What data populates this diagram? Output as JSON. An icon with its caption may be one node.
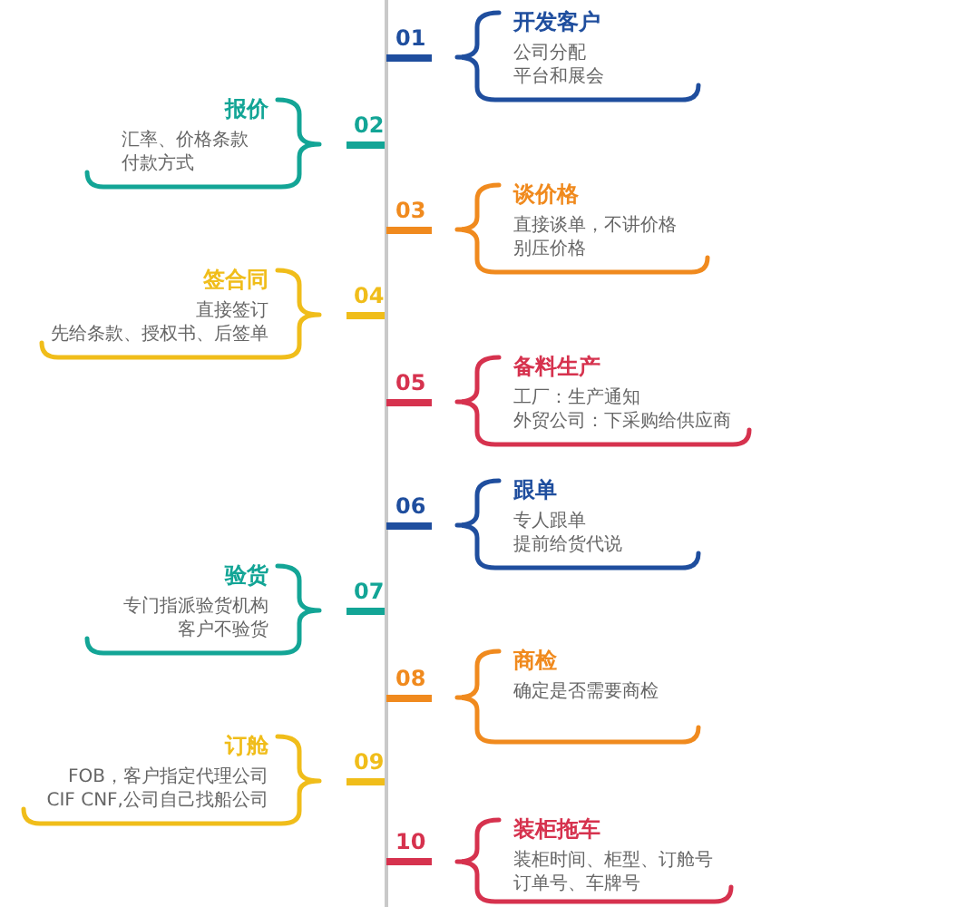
{
  "diagram": {
    "nodes": [
      {
        "text": [
          "开发客户",
          "公司分配",
          "平台和展会"
        ],
        "beside": [
          "01"
        ]
      },
      {
        "text": [
          "报价",
          "汇率、价格条款",
          "付款方式"
        ],
        "beside": [
          "02"
        ]
      },
      {
        "text": [
          "谈价格",
          "直接谈单，不讲价格",
          "别压价格"
        ],
        "beside": [
          "03"
        ]
      },
      {
        "text": [
          "签合同",
          "直接签订",
          "先给条款、授权书、后签单"
        ],
        "beside": [
          "04"
        ]
      },
      {
        "text": [
          "备料生产",
          "工厂：生产通知",
          "外贸公司：下采购给供应商"
        ],
        "beside": [
          "05"
        ]
      },
      {
        "text": [
          "跟单",
          "专人跟单",
          "提前给货代说"
        ],
        "beside": [
          "06"
        ]
      },
      {
        "text": [
          "验货",
          "专门指派验货机构",
          "客户不验货"
        ],
        "beside": [
          "07"
        ]
      },
      {
        "text": [
          "商检",
          "确定是否需要商检"
        ],
        "beside": [
          "08"
        ]
      },
      {
        "text": [
          "订舱",
          "FOB，客户指定代理公司",
          "CIF CNF,公司自己找船公司"
        ],
        "beside": [
          "09"
        ]
      },
      {
        "text": [
          "装柜拖车",
          "装柜时间、柜型、订舱号",
          "订单号、车牌号"
        ],
        "beside": [
          "10"
        ]
      }
    ]
  }
}
